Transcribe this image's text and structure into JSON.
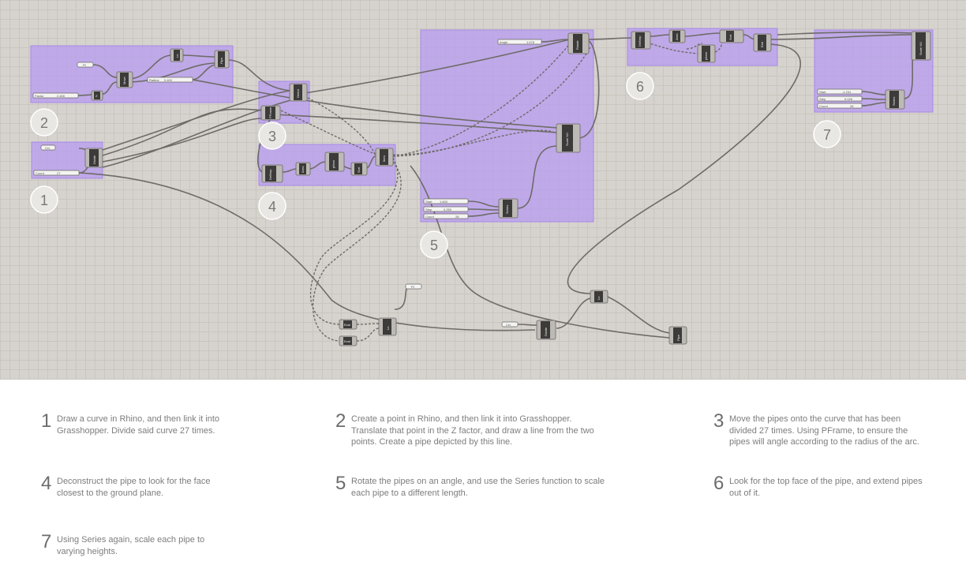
{
  "canvas": {
    "groups": [
      {
        "id": "g1",
        "label": "1"
      },
      {
        "id": "g2",
        "label": "2"
      },
      {
        "id": "g3",
        "label": "3"
      },
      {
        "id": "g4",
        "label": "4"
      },
      {
        "id": "g5",
        "label": "5"
      },
      {
        "id": "g6",
        "label": "6"
      },
      {
        "id": "g7",
        "label": "7"
      }
    ],
    "inputs": {
      "g1_curve": "Crv",
      "g1_count": "Count",
      "g1_count_val": "27",
      "g2_pt": "Pt",
      "g2_factor": "Factor",
      "g2_factor_val": "2.400",
      "g2_radius": "Radius",
      "g2_radius_val": "0.400",
      "g5_angle": "Angle",
      "g5_angle_val": "1.676",
      "g5_start": "Start",
      "g5_start_val": "1.600",
      "g5_step": "Step",
      "g5_step_val": "0.250",
      "g5_count": "Count",
      "g5_count_val": "28",
      "g7_start": "Start",
      "g7_start_val": "-1.231",
      "g7_step": "Step",
      "g7_step_val": "0.026",
      "g7_count": "Count",
      "g7_count_val": "28",
      "floating_pt": "Pt",
      "floating_crv": "Crv"
    },
    "components": {
      "divide": "Divide",
      "move": "Move",
      "z": "Z",
      "line": "Ln",
      "pipe": "Pipe",
      "pframe": "PFrame",
      "orient": "Orient",
      "deconbrep": "DeBrep",
      "area": "Area",
      "listitem": "pItem",
      "sort": "Sort",
      "item": "Item",
      "rotate": "Rotate",
      "scale_nu": "Scale NU",
      "series": "Series",
      "extrude": "Extr",
      "evaluate": "Eval",
      "divide_floating": "Divide",
      "ln_floating": "Ln",
      "pipe_floating": "Pipe"
    }
  },
  "steps": [
    {
      "num": "1",
      "text": "Draw a curve in Rhino, and then link it into Grasshopper. Divide said curve 27 times."
    },
    {
      "num": "2",
      "text": "Create a point in Rhino, and then link it into Grasshopper. Translate that point in the Z factor, and draw a line from the two points. Create a pipe depicted by this line."
    },
    {
      "num": "3",
      "text": "Move the pipes onto the curve that has been divided 27 times. Using PFrame, to ensure the pipes will angle according to the radius of the arc."
    },
    {
      "num": "4",
      "text": "Deconstruct the pipe to look for the face closest to the ground plane."
    },
    {
      "num": "5",
      "text": "Rotate the pipes on an angle, and use the Series function to scale each pipe to a different length."
    },
    {
      "num": "6",
      "text": "Look for the top face of the pipe, and extend pipes out of it."
    },
    {
      "num": "7",
      "text": "Using Series again, scale each pipe to varying heights."
    }
  ],
  "colors": {
    "canvas_bg": "#d6d3ce",
    "group_fill": "#b89df0",
    "wire": "#6e6b68"
  }
}
